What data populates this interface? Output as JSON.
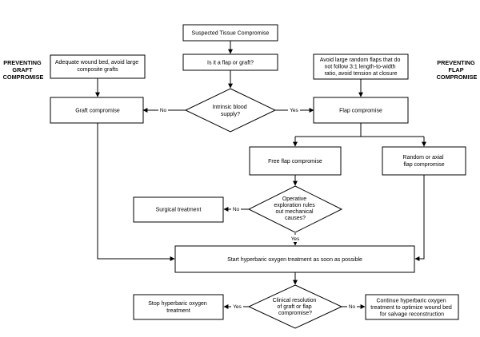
{
  "side_labels": {
    "graft": [
      "PREVENTING",
      "GRAFT",
      "COMPROMISE"
    ],
    "flap": [
      "PREVENTING",
      "FLAP",
      "COMPROMISE"
    ]
  },
  "nodes": {
    "suspected": [
      "Suspected Tissue Compromise"
    ],
    "flap_or_graft": [
      "Is it a flap or graft?"
    ],
    "graft_prevention": [
      "Adequate wound bed, avoid large",
      "composite grafts"
    ],
    "flap_prevention": [
      "Avoid large random flaps that do",
      "not follow 3:1 length-to-width",
      "ratio, avoid tension at closure"
    ],
    "blood_supply": [
      "Intrinsic blood",
      "supply?"
    ],
    "graft_compromise": [
      "Graft compromise"
    ],
    "flap_compromise": [
      "Flap compromise"
    ],
    "free_flap": [
      "Free flap compromise"
    ],
    "random_axial": [
      "Random or axial",
      "flap compromise"
    ],
    "operative": [
      "Operative",
      "exploration rules",
      "out mechanical",
      "causes?"
    ],
    "surgical": [
      "Surgical treatment"
    ],
    "start_hbo": [
      "Start hyperbaric oxygen treatment as soon as possible"
    ],
    "clinical_resolution": [
      "Clinical resolution",
      "of graft or flap",
      "compromise?"
    ],
    "stop_hbo": [
      "Stop hyperbaric oxygen",
      "treatment"
    ],
    "continue_hbo": [
      "Continue hyperbaric oxygen",
      "treatment to optimize wound bed",
      "for salvage reconstruction"
    ]
  },
  "edge_labels": {
    "blood_no": "No",
    "blood_yes": "Yes",
    "operative_no": "No",
    "operative_yes": "Yes",
    "resolution_yes": "Yes",
    "resolution_no": "No"
  }
}
